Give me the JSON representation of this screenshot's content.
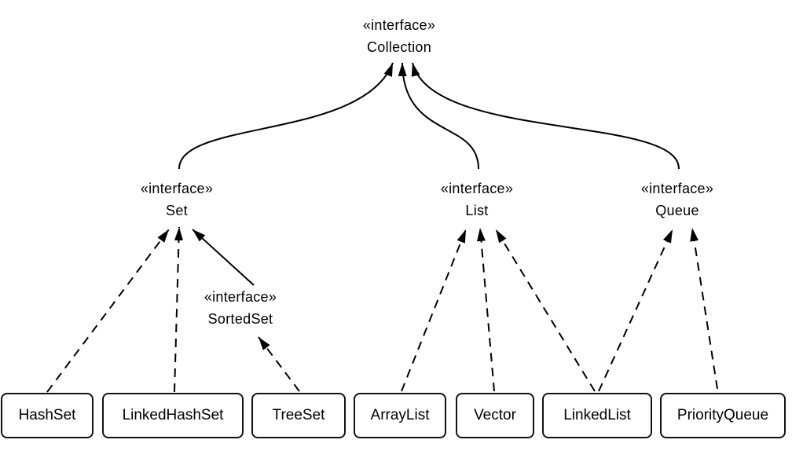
{
  "nodes": {
    "collection": {
      "stereotype": "«interface»",
      "name": "Collection"
    },
    "set": {
      "stereotype": "«interface»",
      "name": "Set"
    },
    "list": {
      "stereotype": "«interface»",
      "name": "List"
    },
    "queue": {
      "stereotype": "«interface»",
      "name": "Queue"
    },
    "sortedset": {
      "stereotype": "«interface»",
      "name": "SortedSet"
    }
  },
  "classes": [
    {
      "name": "HashSet"
    },
    {
      "name": "LinkedHashSet"
    },
    {
      "name": "TreeSet"
    },
    {
      "name": "ArrayList"
    },
    {
      "name": "Vector"
    },
    {
      "name": "LinkedList"
    },
    {
      "name": "PriorityQueue"
    }
  ],
  "edges": [
    {
      "from": "Set",
      "to": "Collection",
      "style": "solid"
    },
    {
      "from": "List",
      "to": "Collection",
      "style": "solid"
    },
    {
      "from": "Queue",
      "to": "Collection",
      "style": "solid"
    },
    {
      "from": "SortedSet",
      "to": "Set",
      "style": "solid"
    },
    {
      "from": "HashSet",
      "to": "Set",
      "style": "dashed"
    },
    {
      "from": "LinkedHashSet",
      "to": "Set",
      "style": "dashed"
    },
    {
      "from": "TreeSet",
      "to": "SortedSet",
      "style": "dashed"
    },
    {
      "from": "ArrayList",
      "to": "List",
      "style": "dashed"
    },
    {
      "from": "Vector",
      "to": "List",
      "style": "dashed"
    },
    {
      "from": "LinkedList",
      "to": "List",
      "style": "dashed"
    },
    {
      "from": "LinkedList",
      "to": "Queue",
      "style": "dashed"
    },
    {
      "from": "PriorityQueue",
      "to": "Queue",
      "style": "dashed"
    }
  ],
  "colors": {
    "line": "#000000",
    "background": "#ffffff",
    "text": "#000000"
  }
}
